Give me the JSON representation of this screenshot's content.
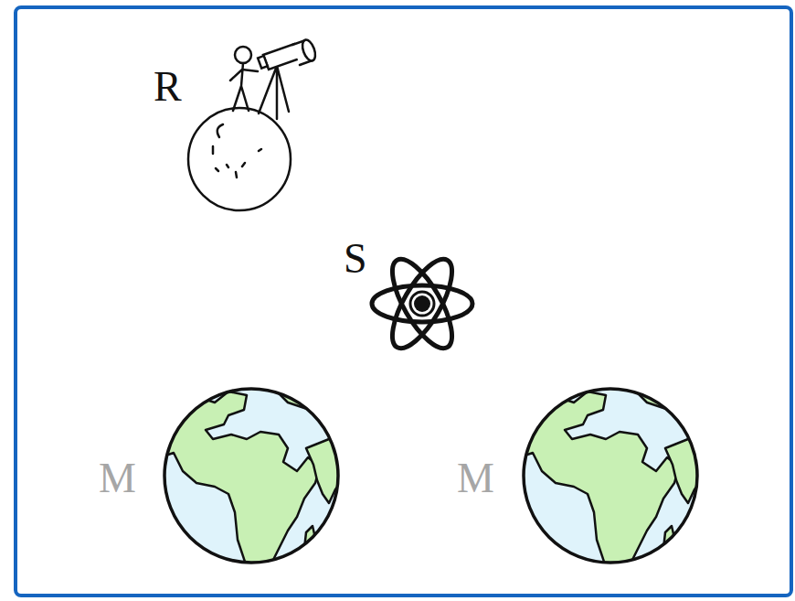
{
  "diagram": {
    "labels": [
      "R",
      "S",
      "M",
      "M"
    ]
  }
}
